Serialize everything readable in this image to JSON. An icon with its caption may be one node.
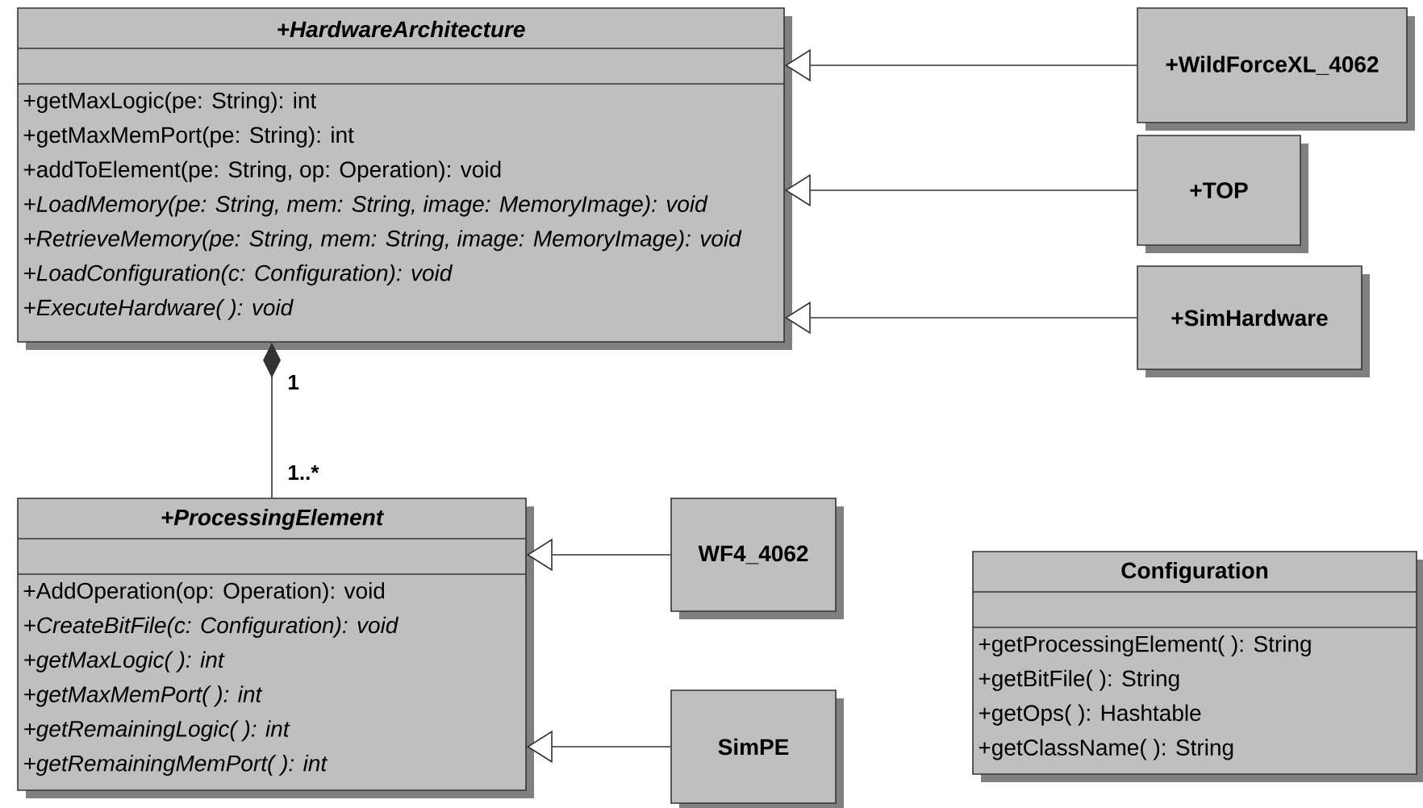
{
  "diagram": {
    "nodes": [
      {
        "text": [
          "+HardwareArchitecture",
          "+getMaxLogic(pe: String): int",
          "+getMaxMemPort(pe: String): int",
          "+addToElement(pe: String, op: Operation): void",
          "+LoadMemory(pe: String, mem: String, image: MemoryImage): void",
          "+RetrieveMemory(pe: String, mem: String, image: MemoryImage): void",
          "+LoadConfiguration(c: Configuration): void",
          "+ExecuteHardware( ): void"
        ]
      },
      {
        "text": [
          "+ProcessingElement",
          "+AddOperation(op: Operation): void",
          "+CreateBitFile(c: Configuration): void",
          "+getMaxLogic( ): int",
          "+getMaxMemPort( ): int",
          "+getRemainingLogic( ): int",
          "+getRemainingMemPort( ): int"
        ]
      },
      {
        "text": [
          "Configuration",
          "+getProcessingElement( ): String",
          "+getBitFile( ): String",
          "+getOps( ): Hashtable",
          "+getClassName( ): String"
        ]
      },
      {
        "text": [
          "+WildForceXL_4062"
        ]
      },
      {
        "text": [
          "+TOP"
        ]
      },
      {
        "text": [
          "+SimHardware"
        ]
      },
      {
        "text": [
          "WF4_4062"
        ]
      },
      {
        "text": [
          "SimPE"
        ]
      }
    ],
    "edges": [
      {
        "from": 0,
        "to": 1,
        "arrow": "other"
      },
      {
        "from": 3,
        "to": 0,
        "arrow": "to"
      },
      {
        "from": 4,
        "to": 0,
        "arrow": "to"
      },
      {
        "from": 5,
        "to": 0,
        "arrow": "to"
      },
      {
        "from": 6,
        "to": 1,
        "arrow": "to"
      },
      {
        "from": 7,
        "to": 1,
        "arrow": "to"
      }
    ],
    "labels": [
      "1",
      "1..*"
    ]
  }
}
